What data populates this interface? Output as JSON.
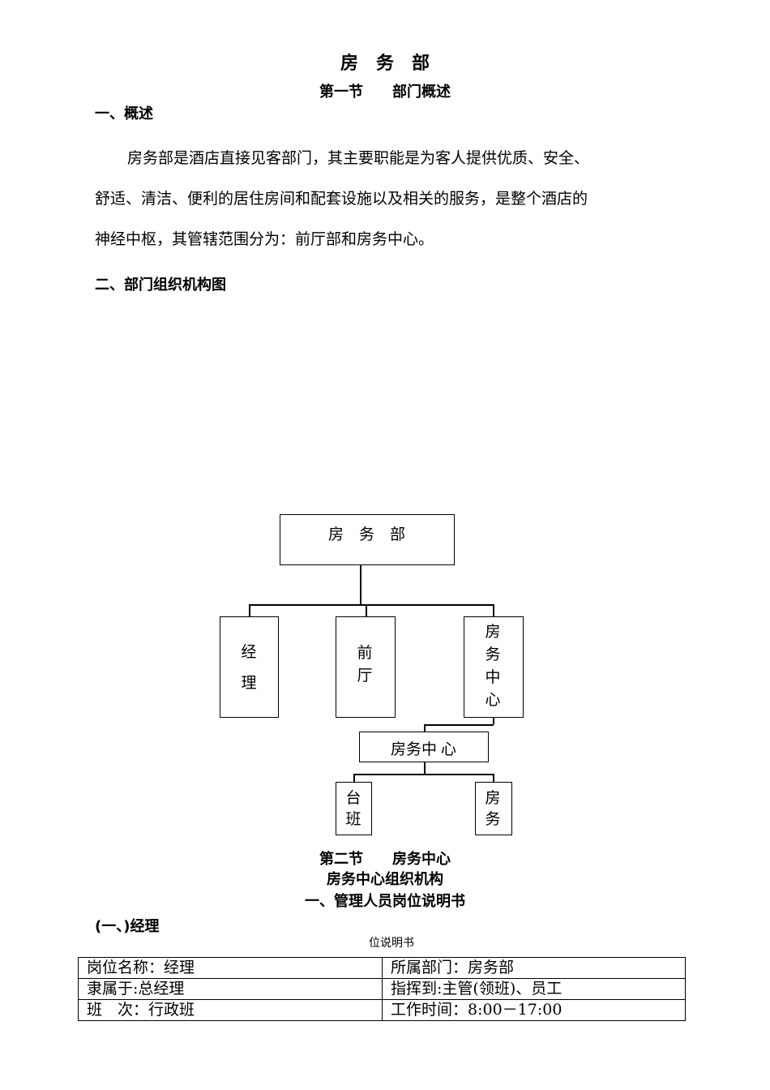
{
  "title": "房　务　部",
  "section1": "第一节　　部门概述",
  "h_overview": "一、概述",
  "paragraph": [
    "房务部是酒店直接见客部门，其主要职能是为客人提供优质、安全、",
    "舒适、清洁、便利的居住房间和配套设施以及相关的服务，是整个酒店的",
    "神经中枢，其管辖范围分为：前厅部和房务中心。"
  ],
  "h_org": "二、部门组织机构图",
  "org": {
    "root": "房　务　部",
    "manager": "经理",
    "front": "前厅",
    "hk_center": "房务中心",
    "hk_center_h": "房务中",
    "hk_center_h_overlap": "心",
    "front_desk": "台班",
    "housekeeping": "房务"
  },
  "section2_line1": "第二节　　房务中心",
  "section2_line2": "房务中心组织机构",
  "h_mgmt": "一、管理人员岗位说明书",
  "h_manager": "(一、)经理",
  "small_caption": "位说明书",
  "table": [
    [
      "岗位名称：经理",
      "所属部门：房务部"
    ],
    [
      "隶属于:总经理",
      "指挥到:主管(领班)、员工"
    ],
    [
      "班　次：行政班",
      "工作时间：8:00－17:00"
    ]
  ]
}
